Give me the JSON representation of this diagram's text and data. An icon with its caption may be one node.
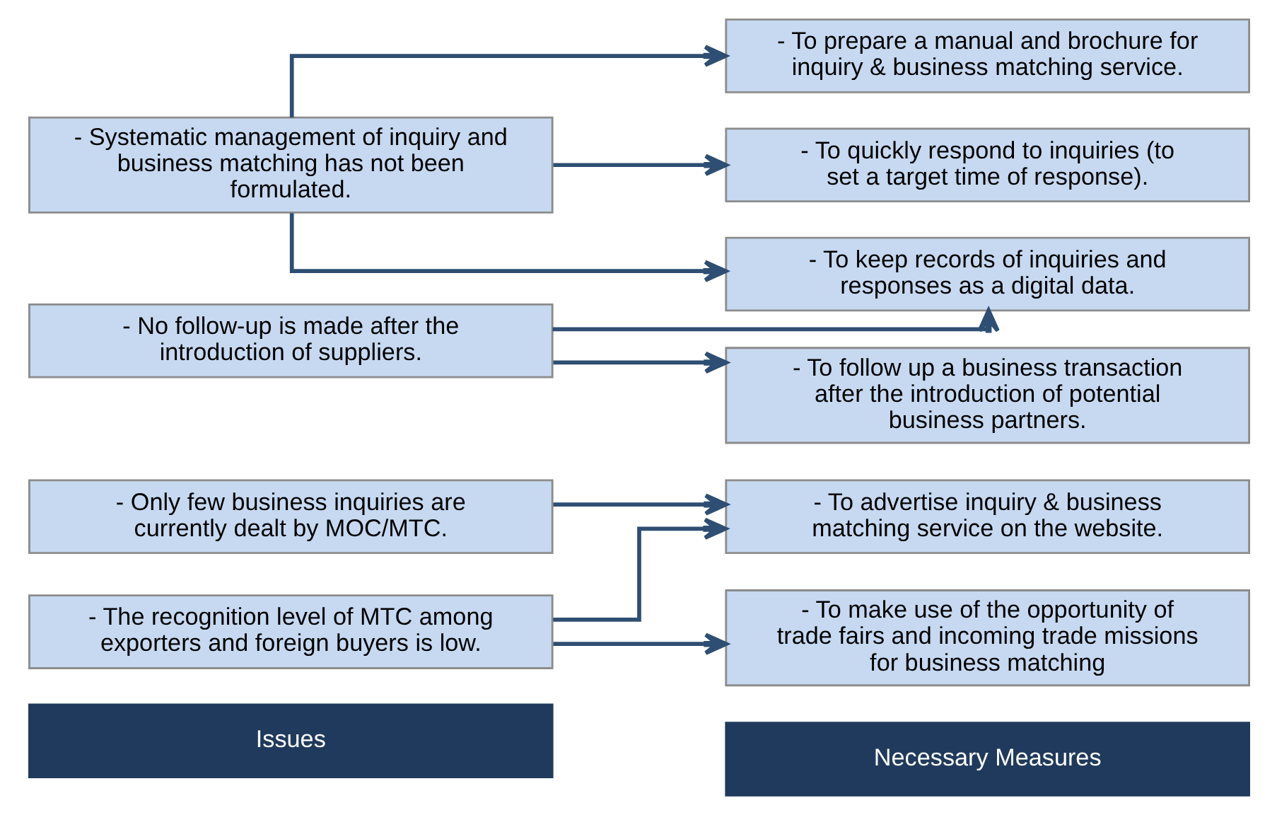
{
  "diagram": {
    "nodes": [
      {
        "text": [
          "Issues"
        ]
      },
      {
        "text": [
          "Necessary Measures"
        ]
      },
      {
        "text": [
          "- Only few business inquiries are currently dealt by MOC/MTC."
        ]
      },
      {
        "text": [
          "- The recognition level of MTC among exporters and foreign buyers is low."
        ]
      },
      {
        "text": [
          "- Systematic management of inquiry and business matching has not been formulated."
        ]
      },
      {
        "text": [
          "- No follow-up is made after the introduction of suppliers."
        ]
      },
      {
        "text": [
          "- To advertise inquiry & business matching service on the website."
        ]
      },
      {
        "text": [
          "- To make use of the opportunity of trade fairs and incoming trade missions for business matching"
        ]
      },
      {
        "text": [
          "- To prepare a manual and brochure for inquiry & business matching service."
        ]
      },
      {
        "text": [
          "- To quickly respond to inquiries (to set a target time of response)."
        ]
      },
      {
        "text": [
          "- To follow up a business transaction after the introduction of potential business partners."
        ]
      },
      {
        "text": [
          "- To keep records of inquiries and responses as a digital data."
        ]
      }
    ],
    "edges": [
      {
        "from": 2,
        "to": 6,
        "arrow": "to"
      },
      {
        "from": 3,
        "to": 6,
        "arrow": "to"
      },
      {
        "from": 3,
        "to": 7,
        "arrow": "to"
      },
      {
        "from": 4,
        "to": 8,
        "arrow": "to"
      },
      {
        "from": 4,
        "to": 9,
        "arrow": "to"
      },
      {
        "from": 4,
        "to": 11,
        "arrow": "to"
      },
      {
        "from": 5,
        "to": 10,
        "arrow": "to"
      },
      {
        "from": 5,
        "to": 11,
        "arrow": "to"
      }
    ]
  }
}
